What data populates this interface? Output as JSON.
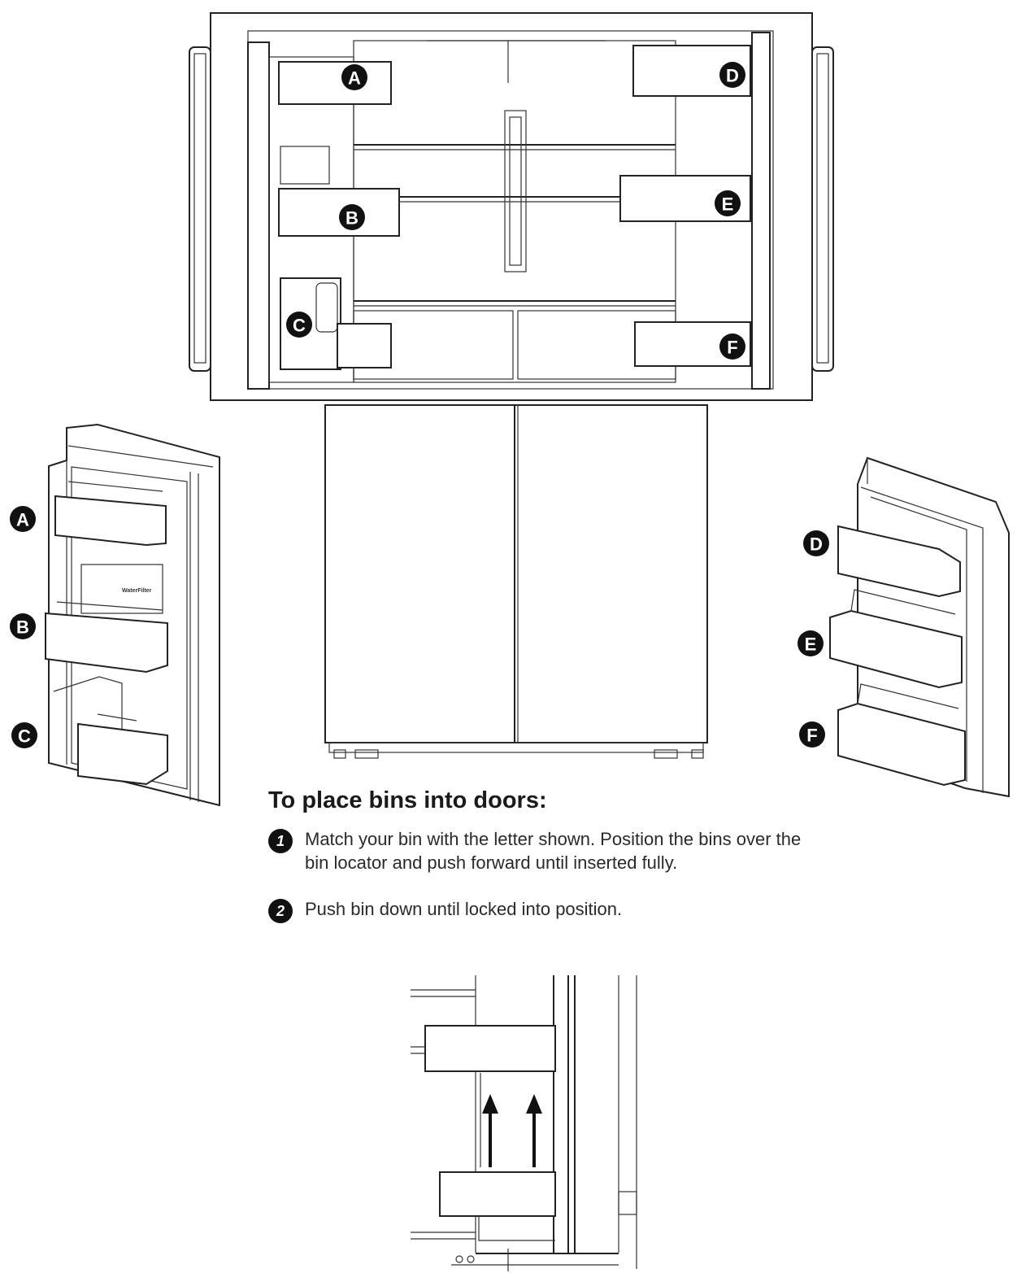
{
  "bin_labels": {
    "a": "A",
    "b": "B",
    "c": "C",
    "d": "D",
    "e": "E",
    "f": "F"
  },
  "instructions": {
    "title": "To place bins into doors:",
    "steps": [
      {
        "number": "1",
        "text": "Match your bin with the letter shown. Position the bins over the bin locator and push forward until inserted fully."
      },
      {
        "number": "2",
        "text": "Push bin down until locked into position."
      }
    ]
  },
  "door_marks": {
    "left_door_label": "WaterFilter"
  }
}
